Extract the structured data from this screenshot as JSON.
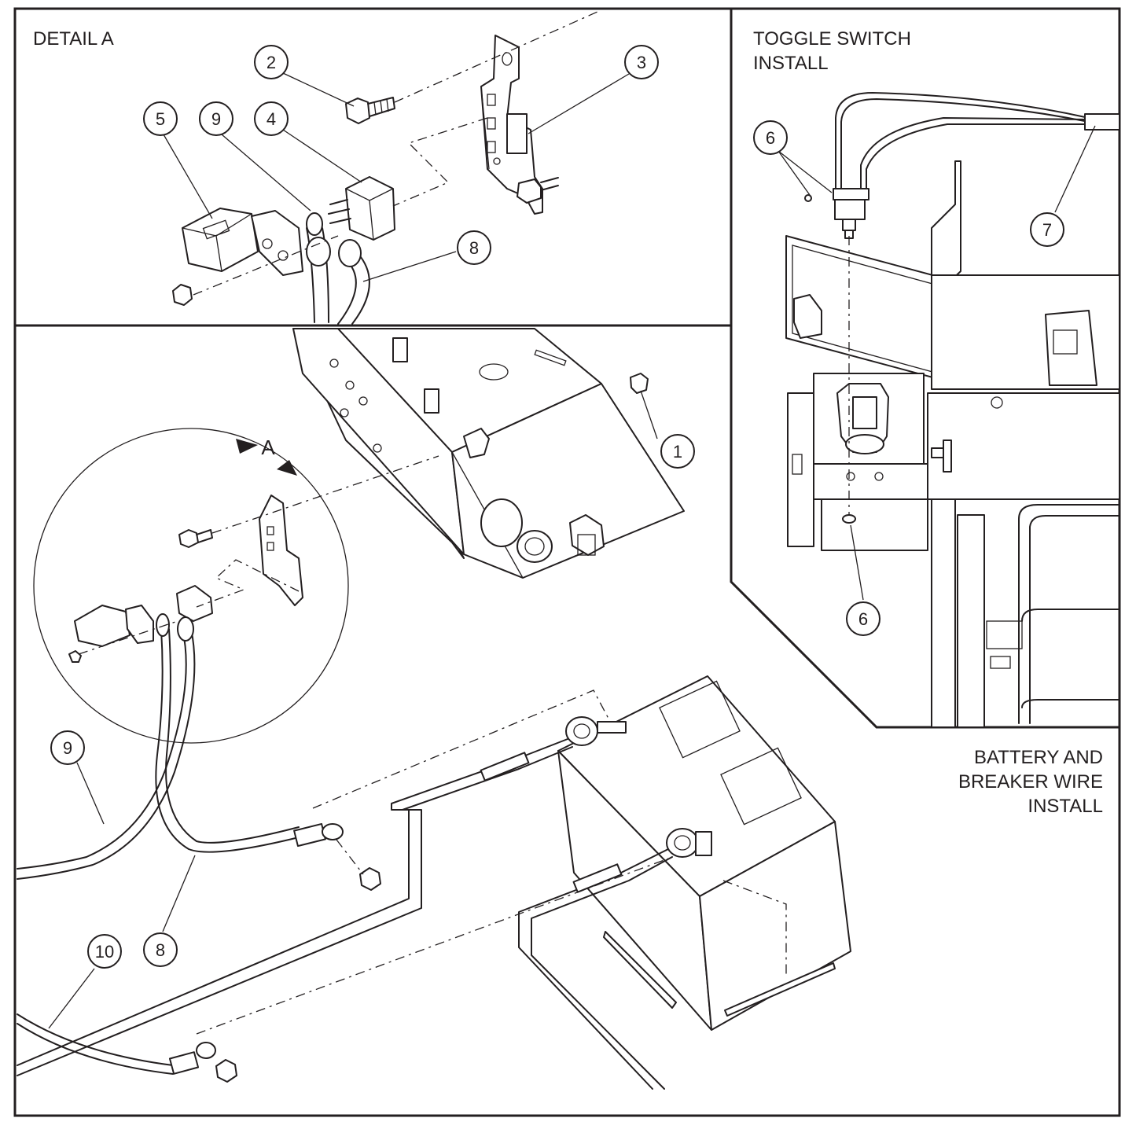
{
  "panels": {
    "detail_a": {
      "label": "DETAIL A"
    },
    "toggle_switch": {
      "label": "TOGGLE SWITCH\nINSTALL"
    },
    "battery_breaker": {
      "label": "BATTERY AND\nBREAKER WIRE\nINSTALL"
    }
  },
  "detail_marker": {
    "letter": "A"
  },
  "callouts": [
    {
      "id": "c1",
      "number": "1"
    },
    {
      "id": "c2",
      "number": "2"
    },
    {
      "id": "c3",
      "number": "3"
    },
    {
      "id": "c4",
      "number": "4"
    },
    {
      "id": "c5",
      "number": "5"
    },
    {
      "id": "c6a",
      "number": "6"
    },
    {
      "id": "c6b",
      "number": "6"
    },
    {
      "id": "c7",
      "number": "7"
    },
    {
      "id": "c8a",
      "number": "8"
    },
    {
      "id": "c8b",
      "number": "8"
    },
    {
      "id": "c9a",
      "number": "9"
    },
    {
      "id": "c9b",
      "number": "9"
    },
    {
      "id": "c10",
      "number": "10"
    }
  ]
}
